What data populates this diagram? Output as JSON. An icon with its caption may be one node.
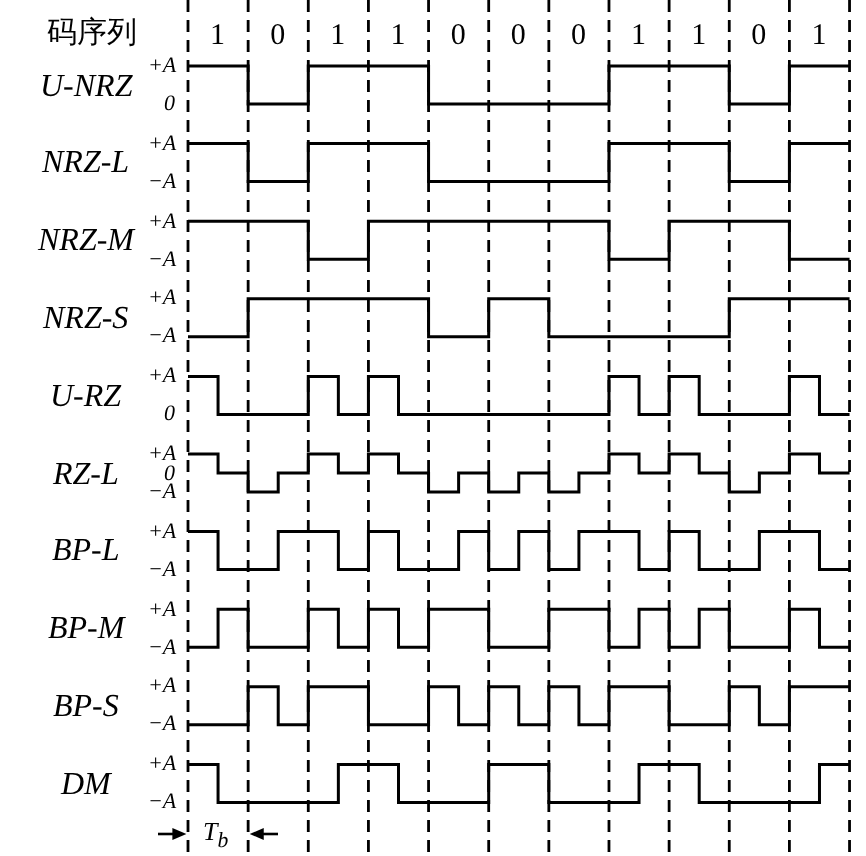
{
  "diagram": {
    "labels": [
      "码序列",
      "1",
      "0",
      "1",
      "1",
      "0",
      "0",
      "0",
      "1",
      "1",
      "0",
      "1",
      "U-NRZ",
      "+A",
      "0",
      "NRZ-L",
      "+A",
      "−A",
      "NRZ-M",
      "+A",
      "−A",
      "NRZ-S",
      "+A",
      "−A",
      "U-RZ",
      "+A",
      "0",
      "RZ-L",
      "+A",
      "0",
      "−A",
      "BP-L",
      "+A",
      "−A",
      "BP-M",
      "+A",
      "−A",
      "BP-S",
      "+A",
      "−A",
      "DM",
      "+A",
      "−A",
      "T$_{b}$"
    ]
  }
}
